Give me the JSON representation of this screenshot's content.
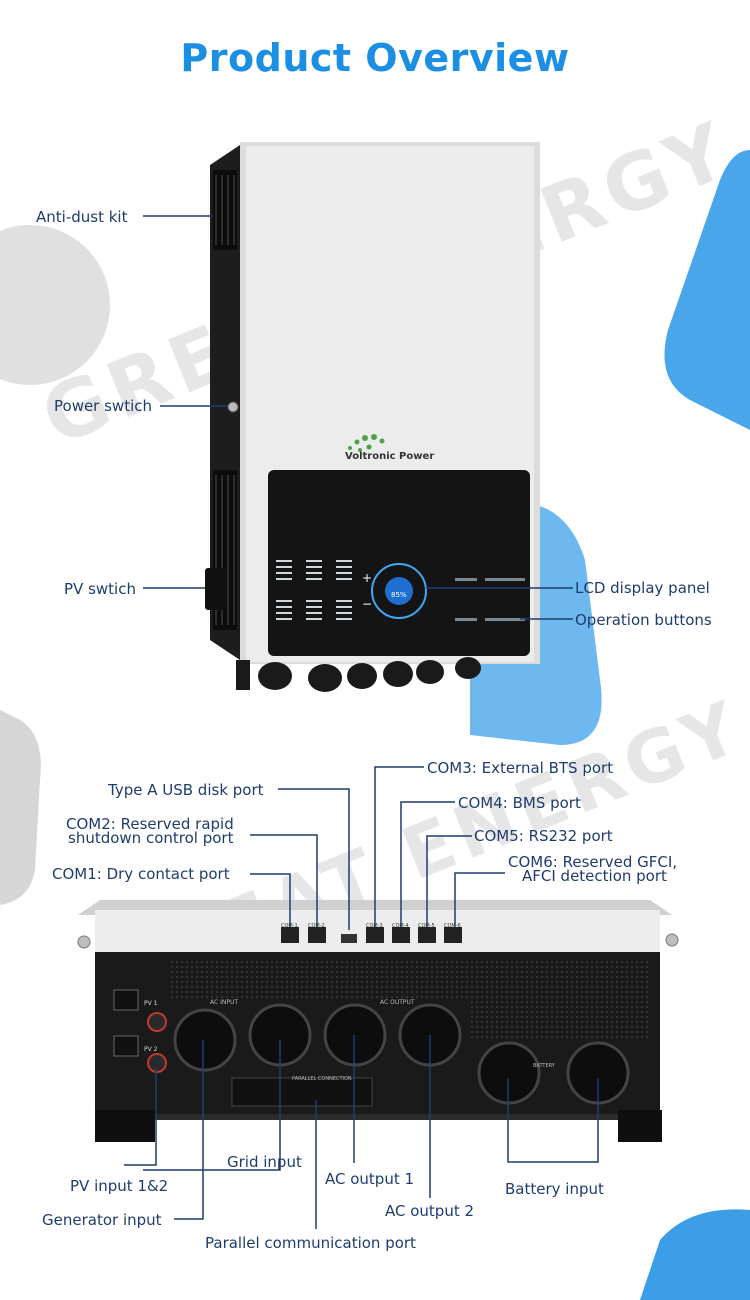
{
  "title": "Product Overview",
  "watermark": "GREAT ENERGY",
  "brand": "Voltronic Power",
  "colors": {
    "title": "#1a8fe3",
    "label": "#1f3c6e",
    "accent_shape": "#4aa6ea",
    "grey_shape": "#d9d9d9"
  },
  "front_labels": {
    "anti_dust": "Anti-dust kit",
    "power_switch": "Power swtich",
    "pv_switch": "PV swtich",
    "lcd": "LCD display panel",
    "buttons": "Operation buttons"
  },
  "bottom_top_labels": {
    "usb": "Type A USB disk port",
    "com2_line1": "COM2: Reserved rapid",
    "com2_line2": "shutdown control port",
    "com1": "COM1: Dry contact port",
    "com3": "COM3: External BTS port",
    "com4": "COM4: BMS port",
    "com5": "COM5: RS232 port",
    "com6_line1": "COM6: Reserved GFCI,",
    "com6_line2": "AFCI detection port"
  },
  "bottom_labels": {
    "grid": "Grid input",
    "pv": "PV input 1&2",
    "generator": "Generator input",
    "ac1": "AC output 1",
    "ac2": "AC output 2",
    "parallel": "Parallel communication port",
    "battery": "Battery input"
  },
  "panel_text": {
    "ac_input": "AC INPUT",
    "ac_output": "AC OUTPUT",
    "parallel": "PARALLEL CONNECTION",
    "battery": "BATTERY",
    "pv1": "PV 1",
    "pv2": "PV 2",
    "com_ports": [
      "COM-1",
      "COM-2",
      "COM-3",
      "COM-4",
      "COM-5",
      "COM-6"
    ],
    "lcd_value": "85%"
  }
}
